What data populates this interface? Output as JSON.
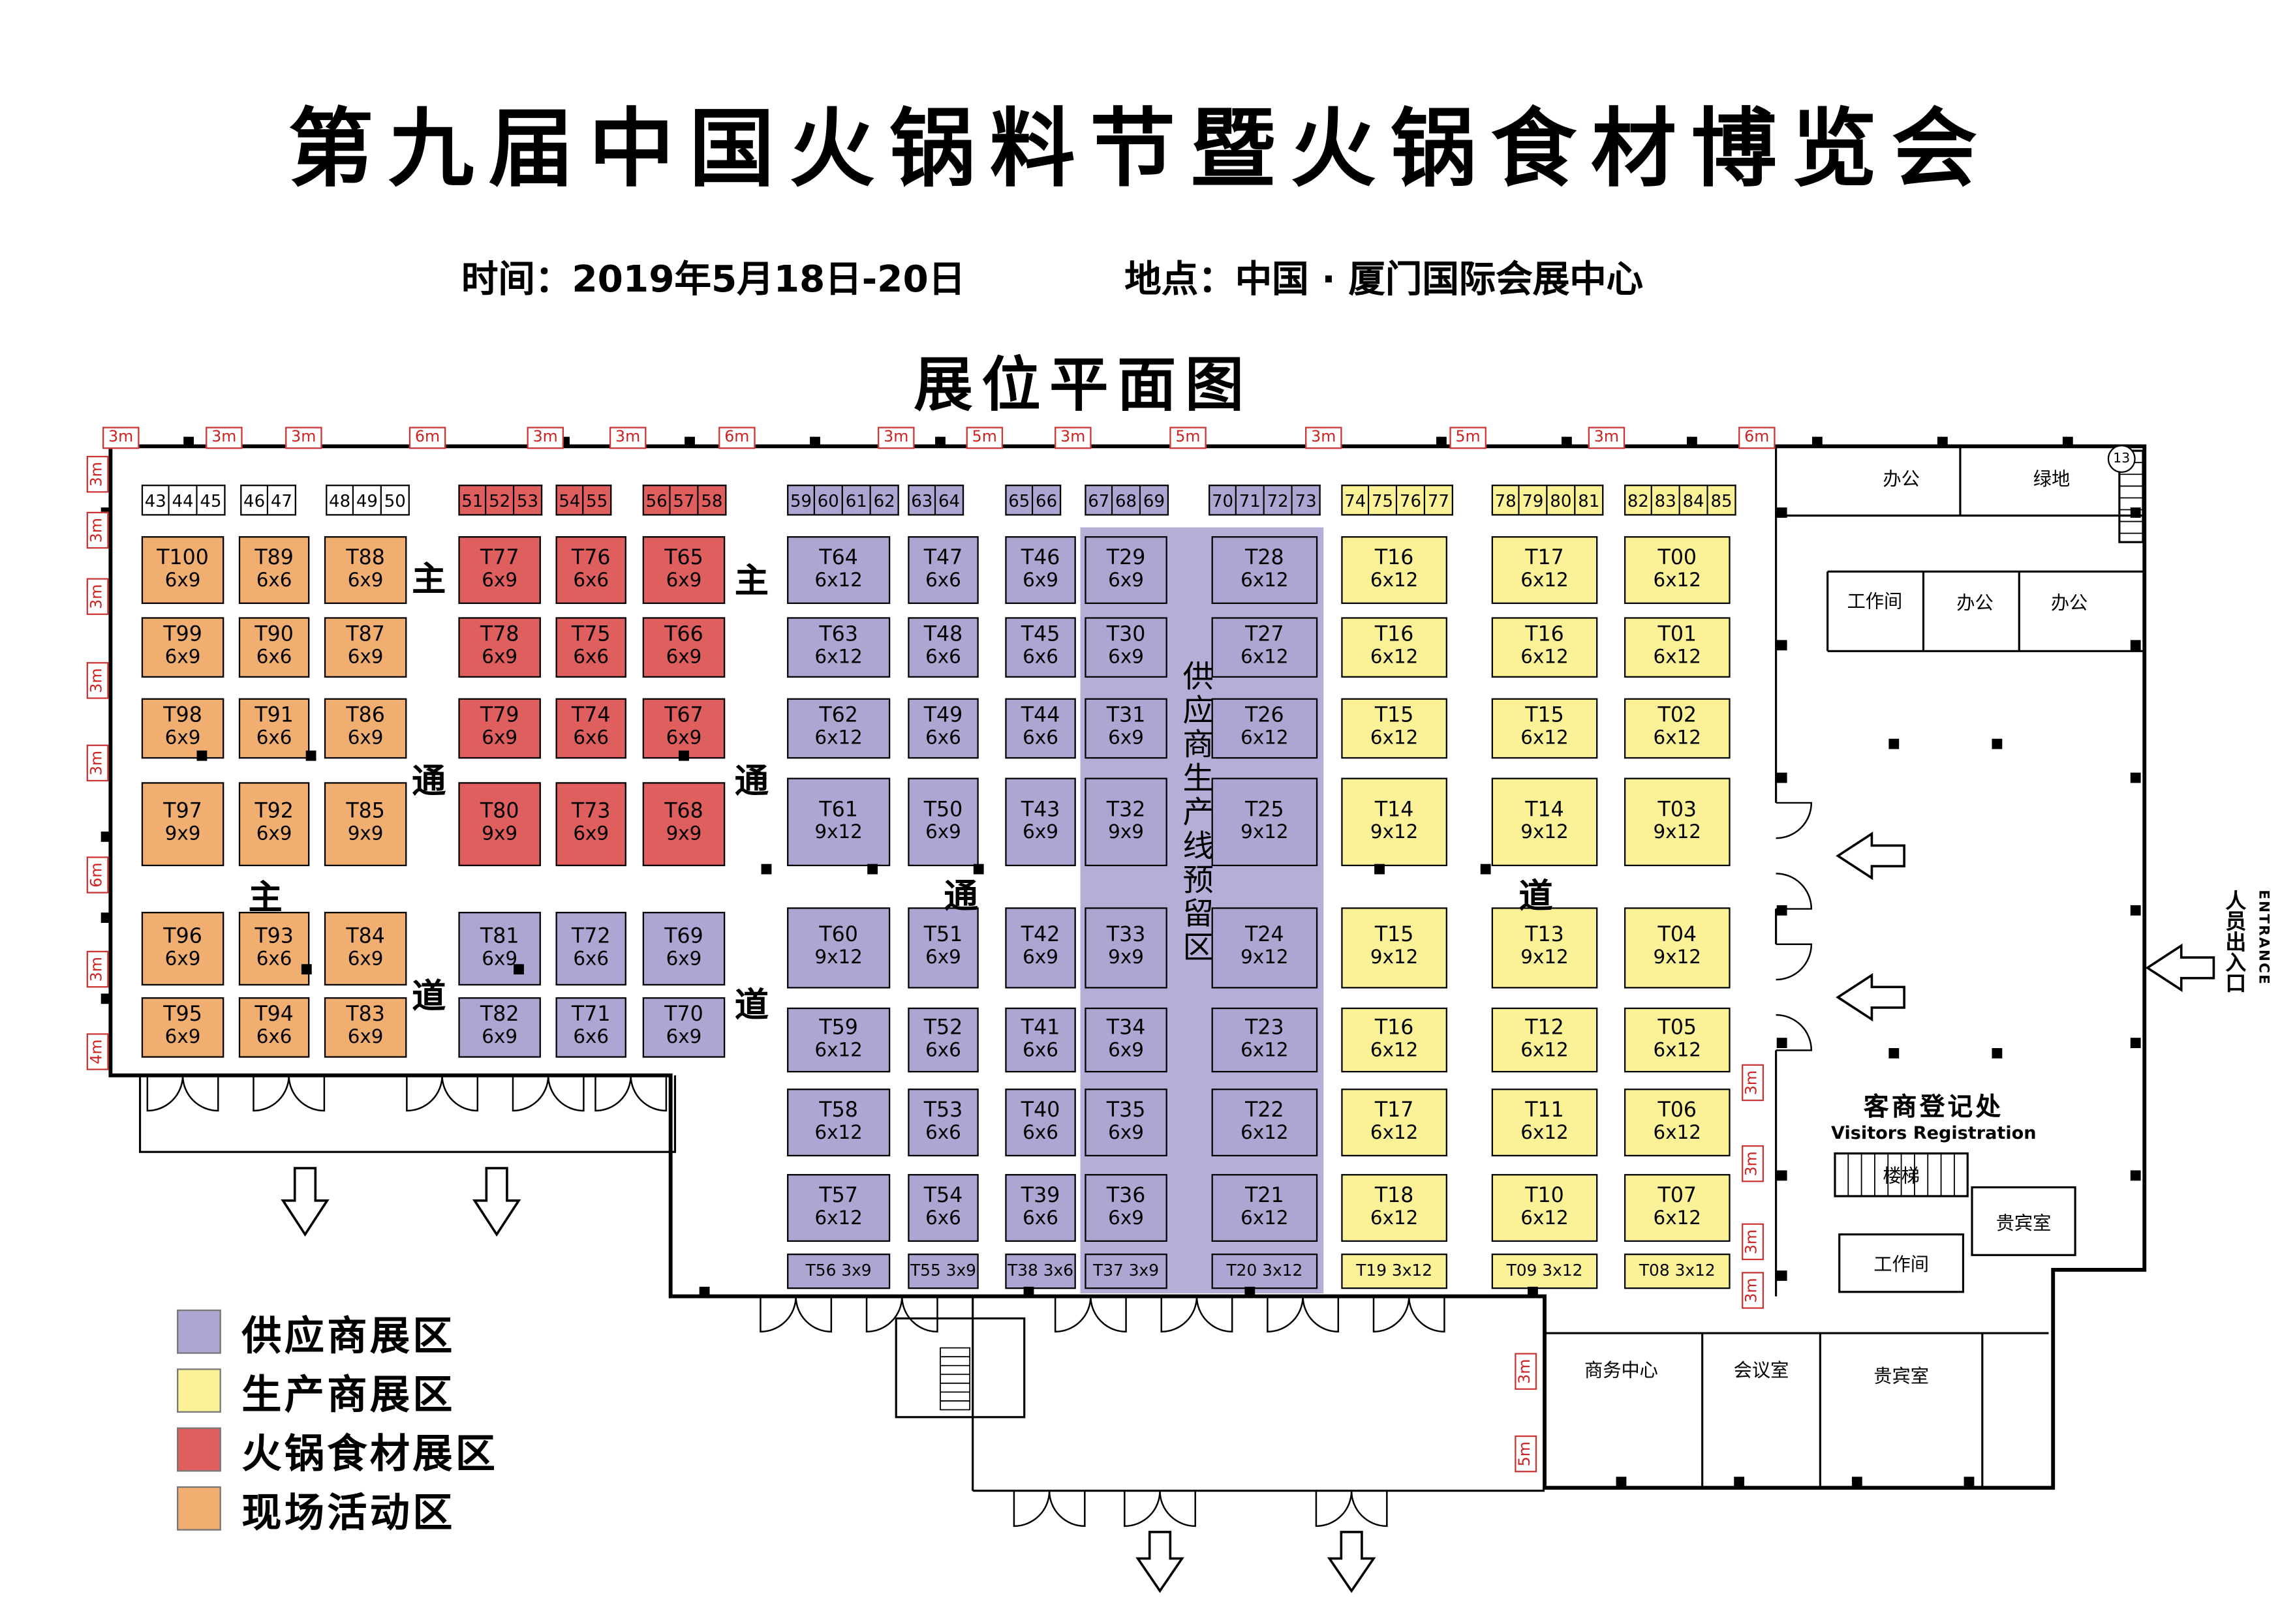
{
  "header": {
    "title": "第九届中国火锅料节暨火锅食材博览会",
    "time_label": "时间：2019年5月18日-20日",
    "location_label": "地点：中国 · 厦门国际会展中心",
    "plan_title": "展位平面图"
  },
  "legend": {
    "items": [
      {
        "key": "supplier",
        "label": "供应商展区",
        "color": "#aea6d2"
      },
      {
        "key": "producer",
        "label": "生产商展区",
        "color": "#fbf298"
      },
      {
        "key": "hotpot",
        "label": "火锅食材展区",
        "color": "#df5e5e"
      },
      {
        "key": "activity",
        "label": "现场活动区",
        "color": "#f0ae71"
      }
    ]
  },
  "floorplan": {
    "reserved_zone_label": "供应商生产线预留区",
    "registration": {
      "line1": "客商登记处",
      "line2": "Visitors Registration"
    },
    "entrance": {
      "line1": "人员出入口",
      "line2": "ENTRANCE"
    },
    "corner_badge": "13",
    "aisle_labels": [
      "主",
      "通",
      "主",
      "道",
      "主",
      "通",
      "通",
      "道",
      "道"
    ],
    "rooms": [
      "办公",
      "绿地",
      "工作间",
      "办公",
      "办公",
      "楼梯",
      "贵宾室",
      "工作间",
      "商务中心",
      "会议室",
      "贵宾室"
    ],
    "dimensions": {
      "top": [
        "3m",
        "3m",
        "3m",
        "6m",
        "3m",
        "3m",
        "6m",
        "3m",
        "5m",
        "3m",
        "5m",
        "3m",
        "5m",
        "3m",
        "6m"
      ],
      "left": [
        "3m",
        "3m",
        "3m",
        "3m",
        "3m",
        "6m",
        "3m",
        "4m"
      ],
      "right": [
        "3m",
        "3m",
        "3m",
        "3m"
      ],
      "bottom": [
        "3m",
        "5m"
      ]
    },
    "wall_booths": [
      {
        "cat": "plain",
        "nums": [
          "43",
          "44",
          "45"
        ]
      },
      {
        "cat": "plain",
        "nums": [
          "46",
          "47"
        ]
      },
      {
        "cat": "plain",
        "nums": [
          "48",
          "49",
          "50"
        ]
      },
      {
        "cat": "hotpot",
        "nums": [
          "51",
          "52",
          "53"
        ]
      },
      {
        "cat": "hotpot",
        "nums": [
          "54",
          "55"
        ]
      },
      {
        "cat": "hotpot",
        "nums": [
          "56",
          "57",
          "58"
        ]
      },
      {
        "cat": "supplier",
        "nums": [
          "59",
          "60",
          "61",
          "62"
        ]
      },
      {
        "cat": "supplier",
        "nums": [
          "63",
          "64"
        ]
      },
      {
        "cat": "supplier",
        "nums": [
          "65",
          "66"
        ]
      },
      {
        "cat": "supplier",
        "nums": [
          "67",
          "68",
          "69"
        ]
      },
      {
        "cat": "supplier",
        "nums": [
          "70",
          "71",
          "72",
          "73"
        ]
      },
      {
        "cat": "producer",
        "nums": [
          "74",
          "75",
          "76",
          "77"
        ]
      },
      {
        "cat": "producer",
        "nums": [
          "78",
          "79",
          "80",
          "81"
        ]
      },
      {
        "cat": "producer",
        "nums": [
          "82",
          "83",
          "84",
          "85"
        ]
      }
    ],
    "booths": [
      {
        "id": "T100",
        "size": "6x9",
        "cat": "activity",
        "col": 1,
        "row": 1
      },
      {
        "id": "T99",
        "size": "6x9",
        "cat": "activity",
        "col": 1,
        "row": 2
      },
      {
        "id": "T98",
        "size": "6x9",
        "cat": "activity",
        "col": 1,
        "row": 3
      },
      {
        "id": "T97",
        "size": "9x9",
        "cat": "activity",
        "col": 1,
        "row": 4
      },
      {
        "id": "T96",
        "size": "6x9",
        "cat": "activity",
        "col": 1,
        "row": 5
      },
      {
        "id": "T95",
        "size": "6x9",
        "cat": "activity",
        "col": 1,
        "row": 6
      },
      {
        "id": "T89",
        "size": "6x6",
        "cat": "activity",
        "col": 2,
        "row": 1
      },
      {
        "id": "T90",
        "size": "6x6",
        "cat": "activity",
        "col": 2,
        "row": 2
      },
      {
        "id": "T91",
        "size": "6x6",
        "cat": "activity",
        "col": 2,
        "row": 3
      },
      {
        "id": "T92",
        "size": "6x9",
        "cat": "activity",
        "col": 2,
        "row": 4
      },
      {
        "id": "T93",
        "size": "6x6",
        "cat": "activity",
        "col": 2,
        "row": 5
      },
      {
        "id": "T94",
        "size": "6x6",
        "cat": "activity",
        "col": 2,
        "row": 6
      },
      {
        "id": "T88",
        "size": "6x9",
        "cat": "activity",
        "col": 3,
        "row": 1
      },
      {
        "id": "T87",
        "size": "6x9",
        "cat": "activity",
        "col": 3,
        "row": 2
      },
      {
        "id": "T86",
        "size": "6x9",
        "cat": "activity",
        "col": 3,
        "row": 3
      },
      {
        "id": "T85",
        "size": "9x9",
        "cat": "activity",
        "col": 3,
        "row": 4
      },
      {
        "id": "T84",
        "size": "6x9",
        "cat": "activity",
        "col": 3,
        "row": 5
      },
      {
        "id": "T83",
        "size": "6x9",
        "cat": "activity",
        "col": 3,
        "row": 6
      },
      {
        "id": "T77",
        "size": "6x9",
        "cat": "hotpot",
        "col": 4,
        "row": 1
      },
      {
        "id": "T78",
        "size": "6x9",
        "cat": "hotpot",
        "col": 4,
        "row": 2
      },
      {
        "id": "T79",
        "size": "6x9",
        "cat": "hotpot",
        "col": 4,
        "row": 3
      },
      {
        "id": "T80",
        "size": "9x9",
        "cat": "hotpot",
        "col": 4,
        "row": 4
      },
      {
        "id": "T81",
        "size": "6x9",
        "cat": "supplier",
        "col": 4,
        "row": 5
      },
      {
        "id": "T82",
        "size": "6x9",
        "cat": "supplier",
        "col": 4,
        "row": 6
      },
      {
        "id": "T76",
        "size": "6x6",
        "cat": "hotpot",
        "col": 5,
        "row": 1
      },
      {
        "id": "T75",
        "size": "6x6",
        "cat": "hotpot",
        "col": 5,
        "row": 2
      },
      {
        "id": "T74",
        "size": "6x6",
        "cat": "hotpot",
        "col": 5,
        "row": 3
      },
      {
        "id": "T73",
        "size": "6x9",
        "cat": "hotpot",
        "col": 5,
        "row": 4
      },
      {
        "id": "T72",
        "size": "6x6",
        "cat": "supplier",
        "col": 5,
        "row": 5
      },
      {
        "id": "T71",
        "size": "6x6",
        "cat": "supplier",
        "col": 5,
        "row": 6
      },
      {
        "id": "T65",
        "size": "6x9",
        "cat": "hotpot",
        "col": 6,
        "row": 1
      },
      {
        "id": "T66",
        "size": "6x9",
        "cat": "hotpot",
        "col": 6,
        "row": 2
      },
      {
        "id": "T67",
        "size": "6x9",
        "cat": "hotpot",
        "col": 6,
        "row": 3
      },
      {
        "id": "T68",
        "size": "9x9",
        "cat": "hotpot",
        "col": 6,
        "row": 4
      },
      {
        "id": "T69",
        "size": "6x9",
        "cat": "supplier",
        "col": 6,
        "row": 5
      },
      {
        "id": "T70",
        "size": "6x9",
        "cat": "supplier",
        "col": 6,
        "row": 6
      },
      {
        "id": "T64",
        "size": "6x12",
        "cat": "supplier",
        "col": 7,
        "row": 1
      },
      {
        "id": "T63",
        "size": "6x12",
        "cat": "supplier",
        "col": 7,
        "row": 2
      },
      {
        "id": "T62",
        "size": "6x12",
        "cat": "supplier",
        "col": 7,
        "row": 3
      },
      {
        "id": "T61",
        "size": "9x12",
        "cat": "supplier",
        "col": 7,
        "row": 4
      },
      {
        "id": "T60",
        "size": "9x12",
        "cat": "supplier",
        "col": 7,
        "row": 5
      },
      {
        "id": "T59",
        "size": "6x12",
        "cat": "supplier",
        "col": 7,
        "row": 6
      },
      {
        "id": "T58",
        "size": "6x12",
        "cat": "supplier",
        "col": 7,
        "row": 7
      },
      {
        "id": "T57",
        "size": "6x12",
        "cat": "supplier",
        "col": 7,
        "row": 8
      },
      {
        "id": "T56",
        "size": "3x9",
        "cat": "supplier",
        "col": 7,
        "row": 9
      },
      {
        "id": "T47",
        "size": "6x6",
        "cat": "supplier",
        "col": 8,
        "row": 1
      },
      {
        "id": "T48",
        "size": "6x6",
        "cat": "supplier",
        "col": 8,
        "row": 2
      },
      {
        "id": "T49",
        "size": "6x6",
        "cat": "supplier",
        "col": 8,
        "row": 3
      },
      {
        "id": "T50",
        "size": "6x9",
        "cat": "supplier",
        "col": 8,
        "row": 4
      },
      {
        "id": "T51",
        "size": "6x9",
        "cat": "supplier",
        "col": 8,
        "row": 5
      },
      {
        "id": "T52",
        "size": "6x6",
        "cat": "supplier",
        "col": 8,
        "row": 6
      },
      {
        "id": "T53",
        "size": "6x6",
        "cat": "supplier",
        "col": 8,
        "row": 7
      },
      {
        "id": "T54",
        "size": "6x6",
        "cat": "supplier",
        "col": 8,
        "row": 8
      },
      {
        "id": "T55",
        "size": "3x9",
        "cat": "supplier",
        "col": 8,
        "row": 9
      },
      {
        "id": "T46",
        "size": "6x9",
        "cat": "supplier",
        "col": 9,
        "row": 1
      },
      {
        "id": "T45",
        "size": "6x6",
        "cat": "supplier",
        "col": 9,
        "row": 2
      },
      {
        "id": "T44",
        "size": "6x6",
        "cat": "supplier",
        "col": 9,
        "row": 3
      },
      {
        "id": "T43",
        "size": "6x9",
        "cat": "supplier",
        "col": 9,
        "row": 4
      },
      {
        "id": "T42",
        "size": "6x9",
        "cat": "supplier",
        "col": 9,
        "row": 5
      },
      {
        "id": "T41",
        "size": "6x6",
        "cat": "supplier",
        "col": 9,
        "row": 6
      },
      {
        "id": "T40",
        "size": "6x6",
        "cat": "supplier",
        "col": 9,
        "row": 7
      },
      {
        "id": "T39",
        "size": "6x6",
        "cat": "supplier",
        "col": 9,
        "row": 8
      },
      {
        "id": "T38",
        "size": "3x6",
        "cat": "supplier",
        "col": 9,
        "row": 9
      },
      {
        "id": "T29",
        "size": "6x9",
        "cat": "supplier",
        "col": 10,
        "row": 1
      },
      {
        "id": "T30",
        "size": "6x9",
        "cat": "supplier",
        "col": 10,
        "row": 2
      },
      {
        "id": "T31",
        "size": "6x9",
        "cat": "supplier",
        "col": 10,
        "row": 3
      },
      {
        "id": "T32",
        "size": "9x9",
        "cat": "supplier",
        "col": 10,
        "row": 4
      },
      {
        "id": "T33",
        "size": "9x9",
        "cat": "supplier",
        "col": 10,
        "row": 5
      },
      {
        "id": "T34",
        "size": "6x9",
        "cat": "supplier",
        "col": 10,
        "row": 6
      },
      {
        "id": "T35",
        "size": "6x9",
        "cat": "supplier",
        "col": 10,
        "row": 7
      },
      {
        "id": "T36",
        "size": "6x9",
        "cat": "supplier",
        "col": 10,
        "row": 8
      },
      {
        "id": "T37",
        "size": "3x9",
        "cat": "supplier",
        "col": 10,
        "row": 9
      },
      {
        "id": "T28",
        "size": "6x12",
        "cat": "supplier",
        "col": 11,
        "row": 1
      },
      {
        "id": "T27",
        "size": "6x12",
        "cat": "supplier",
        "col": 11,
        "row": 2
      },
      {
        "id": "T26",
        "size": "6x12",
        "cat": "supplier",
        "col": 11,
        "row": 3
      },
      {
        "id": "T25",
        "size": "9x12",
        "cat": "supplier",
        "col": 11,
        "row": 4
      },
      {
        "id": "T24",
        "size": "9x12",
        "cat": "supplier",
        "col": 11,
        "row": 5
      },
      {
        "id": "T23",
        "size": "6x12",
        "cat": "supplier",
        "col": 11,
        "row": 6
      },
      {
        "id": "T22",
        "size": "6x12",
        "cat": "supplier",
        "col": 11,
        "row": 7
      },
      {
        "id": "T21",
        "size": "6x12",
        "cat": "supplier",
        "col": 11,
        "row": 8
      },
      {
        "id": "T20",
        "size": "3x12",
        "cat": "supplier",
        "col": 11,
        "row": 9
      },
      {
        "id": "T16",
        "size": "6x12",
        "cat": "producer",
        "col": 12,
        "row": 1
      },
      {
        "id": "T16",
        "size": "6x12",
        "cat": "producer",
        "col": 12,
        "row": 2
      },
      {
        "id": "T15",
        "size": "6x12",
        "cat": "producer",
        "col": 12,
        "row": 3
      },
      {
        "id": "T14",
        "size": "9x12",
        "cat": "producer",
        "col": 12,
        "row": 4
      },
      {
        "id": "T15",
        "size": "9x12",
        "cat": "producer",
        "col": 12,
        "row": 5
      },
      {
        "id": "T16",
        "size": "6x12",
        "cat": "producer",
        "col": 12,
        "row": 6
      },
      {
        "id": "T17",
        "size": "6x12",
        "cat": "producer",
        "col": 12,
        "row": 7
      },
      {
        "id": "T18",
        "size": "6x12",
        "cat": "producer",
        "col": 12,
        "row": 8
      },
      {
        "id": "T19",
        "size": "3x12",
        "cat": "producer",
        "col": 12,
        "row": 9
      },
      {
        "id": "T17",
        "size": "6x12",
        "cat": "producer",
        "col": 13,
        "row": 1
      },
      {
        "id": "T16",
        "size": "6x12",
        "cat": "producer",
        "col": 13,
        "row": 2
      },
      {
        "id": "T15",
        "size": "6x12",
        "cat": "producer",
        "col": 13,
        "row": 3
      },
      {
        "id": "T14",
        "size": "9x12",
        "cat": "producer",
        "col": 13,
        "row": 4
      },
      {
        "id": "T13",
        "size": "9x12",
        "cat": "producer",
        "col": 13,
        "row": 5
      },
      {
        "id": "T12",
        "size": "6x12",
        "cat": "producer",
        "col": 13,
        "row": 6
      },
      {
        "id": "T11",
        "size": "6x12",
        "cat": "producer",
        "col": 13,
        "row": 7
      },
      {
        "id": "T10",
        "size": "6x12",
        "cat": "producer",
        "col": 13,
        "row": 8
      },
      {
        "id": "T09",
        "size": "3x12",
        "cat": "producer",
        "col": 13,
        "row": 9
      },
      {
        "id": "T00",
        "size": "6x12",
        "cat": "producer",
        "col": 14,
        "row": 1
      },
      {
        "id": "T01",
        "size": "6x12",
        "cat": "producer",
        "col": 14,
        "row": 2
      },
      {
        "id": "T02",
        "size": "6x12",
        "cat": "producer",
        "col": 14,
        "row": 3
      },
      {
        "id": "T03",
        "size": "9x12",
        "cat": "producer",
        "col": 14,
        "row": 4
      },
      {
        "id": "T04",
        "size": "9x12",
        "cat": "producer",
        "col": 14,
        "row": 5
      },
      {
        "id": "T05",
        "size": "6x12",
        "cat": "producer",
        "col": 14,
        "row": 6
      },
      {
        "id": "T06",
        "size": "6x12",
        "cat": "producer",
        "col": 14,
        "row": 7
      },
      {
        "id": "T07",
        "size": "6x12",
        "cat": "producer",
        "col": 14,
        "row": 8
      },
      {
        "id": "T08",
        "size": "3x12",
        "cat": "producer",
        "col": 14,
        "row": 9
      }
    ]
  }
}
